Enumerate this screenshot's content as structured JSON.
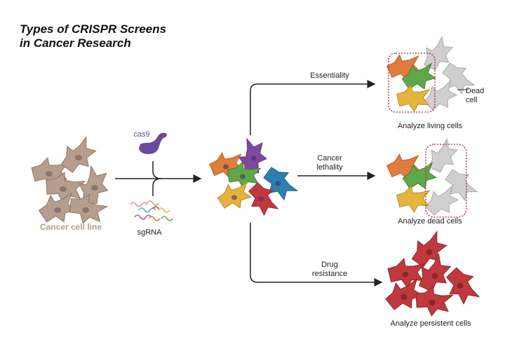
{
  "title": {
    "line1": "Types of CRISPR Screens",
    "line2": "in Cancer Research"
  },
  "labels": {
    "cancer_cell_line": "Cancer cell line",
    "cas9": "cas9",
    "sgrna": "sgRNA",
    "essentiality": "Essentiality",
    "cancer_lethality_1": "Cancer",
    "cancer_lethality_2": "lethality",
    "drug_resistance_1": "Drug",
    "drug_resistance_2": "resistance",
    "dead_cell_1": "Dead",
    "dead_cell_2": "cell",
    "analyze_living": "Analyze living cells",
    "analyze_dead": "Analyze dead cells",
    "analyze_persistent": "Analyze persistent cells"
  },
  "colors": {
    "tan_cell": "#b59e8e",
    "orange_cell": "#e07c3c",
    "green_cell": "#5fa84a",
    "purple_cell": "#7d4aa0",
    "blue_cell": "#2d7fb0",
    "red_cell": "#c0393e",
    "yellow_cell": "#e6b43c",
    "grey_cell": "#cfcfcf",
    "cas9": "#6a4a9c",
    "highlight_box": "#a52a2a"
  }
}
